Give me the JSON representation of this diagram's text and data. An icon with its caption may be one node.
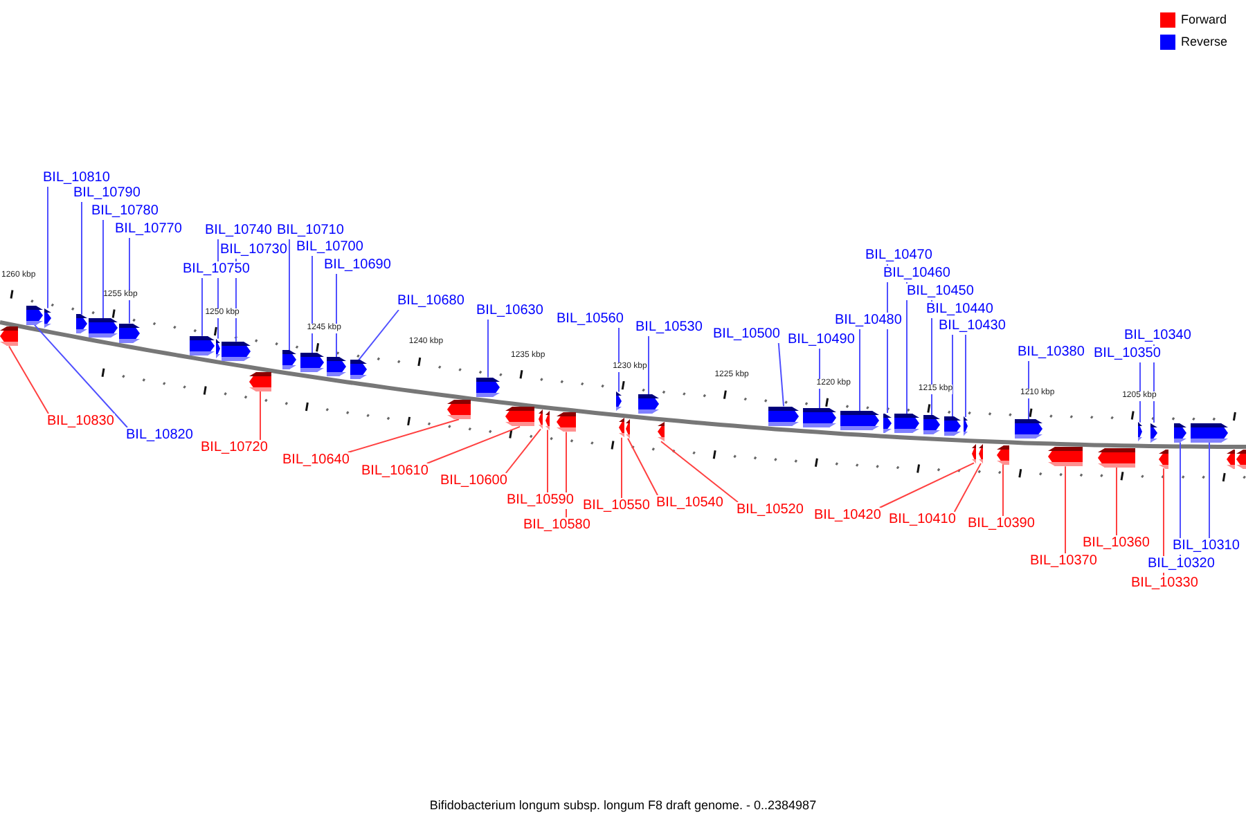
{
  "diagram": {
    "caption": "Bifidobacterium longum subsp. longum F8 draft genome. - 0..2384987",
    "nodes": [
      {
        "text": [
          "BIL_10810"
        ]
      },
      {
        "text": [
          "BIL_10790"
        ]
      },
      {
        "text": [
          "BIL_10780"
        ]
      },
      {
        "text": [
          "BIL_10770"
        ]
      },
      {
        "text": [
          "BIL_10740"
        ]
      },
      {
        "text": [
          "BIL_10710"
        ]
      },
      {
        "text": [
          "BIL_10730"
        ]
      },
      {
        "text": [
          "BIL_10700"
        ]
      },
      {
        "text": [
          "BIL_10750"
        ]
      },
      {
        "text": [
          "BIL_10690"
        ]
      },
      {
        "text": [
          "BIL_10680"
        ]
      },
      {
        "text": [
          "BIL_10630"
        ]
      },
      {
        "text": [
          "BIL_10560"
        ]
      },
      {
        "text": [
          "BIL_10530"
        ]
      },
      {
        "text": [
          "BIL_10500"
        ]
      },
      {
        "text": [
          "BIL_10490"
        ]
      },
      {
        "text": [
          "BIL_10480"
        ]
      },
      {
        "text": [
          "BIL_10470"
        ]
      },
      {
        "text": [
          "BIL_10460"
        ]
      },
      {
        "text": [
          "BIL_10450"
        ]
      },
      {
        "text": [
          "BIL_10440"
        ]
      },
      {
        "text": [
          "BIL_10430"
        ]
      },
      {
        "text": [
          "BIL_10380"
        ]
      },
      {
        "text": [
          "BIL_10340"
        ]
      },
      {
        "text": [
          "BIL_10350"
        ]
      },
      {
        "text": [
          "BIL_10830"
        ]
      },
      {
        "text": [
          "BIL_10820"
        ]
      },
      {
        "text": [
          "BIL_10720"
        ]
      },
      {
        "text": [
          "BIL_10640"
        ]
      },
      {
        "text": [
          "BIL_10610"
        ]
      },
      {
        "text": [
          "BIL_10600"
        ]
      },
      {
        "text": [
          "BIL_10590"
        ]
      },
      {
        "text": [
          "BIL_10580"
        ]
      },
      {
        "text": [
          "BIL_10550"
        ]
      },
      {
        "text": [
          "BIL_10540"
        ]
      },
      {
        "text": [
          "BIL_10520"
        ]
      },
      {
        "text": [
          "BIL_10420"
        ]
      },
      {
        "text": [
          "BIL_10410"
        ]
      },
      {
        "text": [
          "BIL_10390"
        ]
      },
      {
        "text": [
          "BIL_10370"
        ]
      },
      {
        "text": [
          "BIL_10360"
        ]
      },
      {
        "text": [
          "BIL_10330"
        ]
      },
      {
        "text": [
          "BIL_10310"
        ]
      },
      {
        "text": [
          "BIL_10320"
        ]
      },
      {
        "text": [],
        "shape": "arrow"
      },
      {
        "text": [],
        "shape": "arrow"
      },
      {
        "text": [],
        "shape": "arrow"
      },
      {
        "text": [],
        "shape": "arrow"
      },
      {
        "text": [],
        "shape": "arrow"
      },
      {
        "text": [],
        "shape": "arrow"
      },
      {
        "text": [],
        "shape": "arrow"
      },
      {
        "text": [],
        "shape": "arrow"
      },
      {
        "text": [],
        "shape": "arrow"
      },
      {
        "text": [],
        "shape": "arrow"
      },
      {
        "text": [],
        "shape": "arrow"
      },
      {
        "text": [],
        "shape": "arrow"
      },
      {
        "text": [],
        "shape": "arrow"
      },
      {
        "text": [],
        "shape": "arrow"
      },
      {
        "text": [],
        "shape": "arrow"
      },
      {
        "text": [],
        "shape": "arrow"
      },
      {
        "text": [],
        "shape": "arrow"
      },
      {
        "text": [],
        "shape": "arrow"
      },
      {
        "text": [],
        "shape": "arrow"
      },
      {
        "text": [],
        "shape": "arrow"
      },
      {
        "text": [],
        "shape": "arrow"
      },
      {
        "text": [],
        "shape": "arrow"
      },
      {
        "text": [],
        "shape": "arrow"
      },
      {
        "text": [],
        "shape": "arrow"
      },
      {
        "text": [],
        "shape": "arrow"
      },
      {
        "text": [],
        "shape": "arrow"
      },
      {
        "text": [],
        "shape": "arrow"
      },
      {
        "text": [],
        "shape": "arrow"
      },
      {
        "text": [],
        "shape": "arrow"
      },
      {
        "text": [],
        "shape": "arrow"
      },
      {
        "text": [],
        "shape": "arrow"
      },
      {
        "text": [],
        "shape": "arrow"
      },
      {
        "text": [],
        "shape": "arrow"
      },
      {
        "text": [],
        "shape": "arrow"
      },
      {
        "text": [],
        "shape": "arrow"
      },
      {
        "text": [],
        "shape": "arrow"
      },
      {
        "text": [],
        "shape": "arrow"
      },
      {
        "text": [],
        "shape": "arrow"
      },
      {
        "text": [],
        "shape": "arrow"
      },
      {
        "text": [],
        "shape": "arrow"
      },
      {
        "text": [],
        "shape": "arrow"
      },
      {
        "text": [],
        "shape": "arrow"
      },
      {
        "text": [],
        "shape": "arrow"
      },
      {
        "text": [],
        "shape": "arrow"
      },
      {
        "text": [],
        "shape": "arrow"
      },
      {
        "text": [],
        "shape": "arrow"
      }
    ],
    "edges": [
      {
        "from": 0,
        "to": 46,
        "arrow": "none"
      },
      {
        "from": 1,
        "to": 47,
        "arrow": "none"
      },
      {
        "from": 2,
        "to": 48,
        "arrow": "none"
      },
      {
        "from": 3,
        "to": 49,
        "arrow": "none"
      },
      {
        "from": 4,
        "to": 51,
        "arrow": "none"
      },
      {
        "from": 5,
        "to": 54,
        "arrow": "none"
      },
      {
        "from": 6,
        "to": 52,
        "arrow": "none"
      },
      {
        "from": 7,
        "to": 55,
        "arrow": "none"
      },
      {
        "from": 8,
        "to": 50,
        "arrow": "none"
      },
      {
        "from": 9,
        "to": 56,
        "arrow": "none"
      },
      {
        "from": 10,
        "to": 57,
        "arrow": "none"
      },
      {
        "from": 11,
        "to": 59,
        "arrow": "none"
      },
      {
        "from": 12,
        "to": 64,
        "arrow": "none"
      },
      {
        "from": 13,
        "to": 67,
        "arrow": "none"
      },
      {
        "from": 14,
        "to": 69,
        "arrow": "none"
      },
      {
        "from": 15,
        "to": 70,
        "arrow": "none"
      },
      {
        "from": 16,
        "to": 71,
        "arrow": "none"
      },
      {
        "from": 17,
        "to": 72,
        "arrow": "none"
      },
      {
        "from": 18,
        "to": 73,
        "arrow": "none"
      },
      {
        "from": 19,
        "to": 74,
        "arrow": "none"
      },
      {
        "from": 20,
        "to": 75,
        "arrow": "none"
      },
      {
        "from": 21,
        "to": 76,
        "arrow": "none"
      },
      {
        "from": 22,
        "to": 80,
        "arrow": "none"
      },
      {
        "from": 23,
        "to": 84,
        "arrow": "none"
      },
      {
        "from": 24,
        "to": 83,
        "arrow": "none"
      },
      {
        "from": 25,
        "to": 44,
        "arrow": "none",
        "color": "#ff4040"
      },
      {
        "from": 26,
        "to": 45,
        "arrow": "none"
      },
      {
        "from": 27,
        "to": 53,
        "arrow": "none",
        "color": "#ff4040"
      },
      {
        "from": 28,
        "to": 58,
        "arrow": "none",
        "color": "#ff4040"
      },
      {
        "from": 29,
        "to": 60,
        "arrow": "none",
        "color": "#ff4040"
      },
      {
        "from": 30,
        "to": 61,
        "arrow": "none",
        "color": "#ff4040"
      },
      {
        "from": 31,
        "to": 62,
        "arrow": "none",
        "color": "#ff4040"
      },
      {
        "from": 32,
        "to": 63,
        "arrow": "none",
        "color": "#ff4040"
      },
      {
        "from": 33,
        "to": 65,
        "arrow": "none",
        "color": "#ff4040"
      },
      {
        "from": 34,
        "to": 66,
        "arrow": "none",
        "color": "#ff4040"
      },
      {
        "from": 35,
        "to": 68,
        "arrow": "none",
        "color": "#ff4040"
      },
      {
        "from": 36,
        "to": 77,
        "arrow": "none",
        "color": "#ff4040"
      },
      {
        "from": 37,
        "to": 78,
        "arrow": "none",
        "color": "#ff4040"
      },
      {
        "from": 38,
        "to": 79,
        "arrow": "none",
        "color": "#ff4040"
      },
      {
        "from": 39,
        "to": 81,
        "arrow": "none",
        "color": "#ff4040"
      },
      {
        "from": 40,
        "to": 82,
        "arrow": "none",
        "color": "#ff4040"
      },
      {
        "from": 41,
        "to": 85,
        "arrow": "none",
        "color": "#ff4040"
      },
      {
        "from": 42,
        "to": 87,
        "arrow": "none"
      },
      {
        "from": 43,
        "to": 86,
        "arrow": "none"
      }
    ],
    "labels": [
      "1260 kbp",
      "1255 kbp",
      "1250 kbp",
      "1245 kbp",
      "1240 kbp",
      "1235 kbp",
      "1230 kbp",
      "1225 kbp",
      "1220 kbp",
      "1215 kbp",
      "1210 kbp",
      "1205 kbp"
    ],
    "legend": [
      {
        "text": "Forward",
        "color": "#ff0000"
      },
      {
        "text": "Reverse",
        "color": "#0000ff"
      }
    ]
  }
}
